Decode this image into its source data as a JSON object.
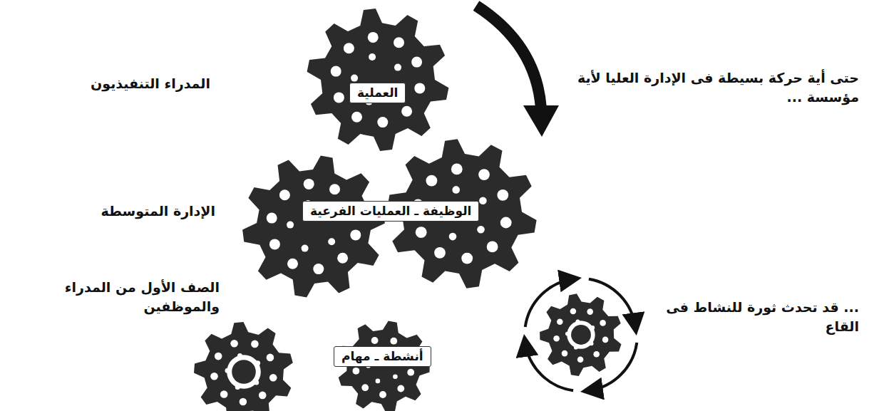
{
  "diagram": {
    "nodes": [
      {
        "text": [
          "العملية"
        ]
      },
      {
        "text": [
          "الوظيفة ـ العمليات الفرعية"
        ]
      },
      {
        "text": [
          "أنشطة ـ مهام"
        ]
      }
    ],
    "labels": [
      "المدراء التنفيذيون",
      "حتى أية حركة بسيطة فى الإدارة العليا لأية مؤسسة ...",
      "الإدارة المتوسطة",
      "الصف الأول من المدراء والموظفين",
      "... قد تحدث ثورة للنشاط فى القاع"
    ]
  }
}
